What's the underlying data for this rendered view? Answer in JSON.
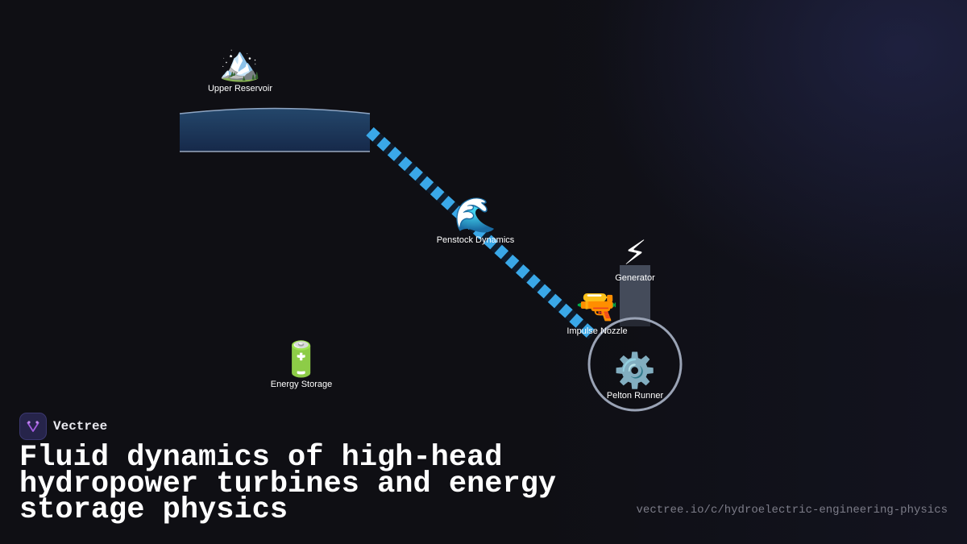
{
  "brand": {
    "name": "Vectree"
  },
  "title": "Fluid dynamics of high-head hydropower turbines and energy storage physics",
  "url": "vectree.io/c/hydroelectric-engineering-physics",
  "colors": {
    "background": "#0f0f14",
    "water": "#1c3a5c",
    "pipe_stripe": "#3aa8e8",
    "pipe_dark": "#0f1c2c",
    "runner_ring": "#9aa3b5",
    "generator_block": "#5a6270",
    "brand_accent": "#a35de0"
  },
  "nodes": {
    "upper_reservoir": {
      "icon": "mountain-icon",
      "emoji": "🏔️",
      "label": "Upper Reservoir"
    },
    "penstock": {
      "icon": "wave-icon",
      "emoji": "🌊",
      "label": "Penstock Dynamics"
    },
    "generator": {
      "icon": "lightning-icon",
      "emoji": "⚡",
      "label": "Generator"
    },
    "nozzle": {
      "icon": "water-gun-icon",
      "emoji": "🔫",
      "label": "Impulse Nozzle"
    },
    "runner": {
      "icon": "gear-icon",
      "emoji": "⚙️",
      "label": "Pelton Runner"
    },
    "storage": {
      "icon": "battery-icon",
      "emoji": "🔋",
      "label": "Energy Storage"
    }
  }
}
